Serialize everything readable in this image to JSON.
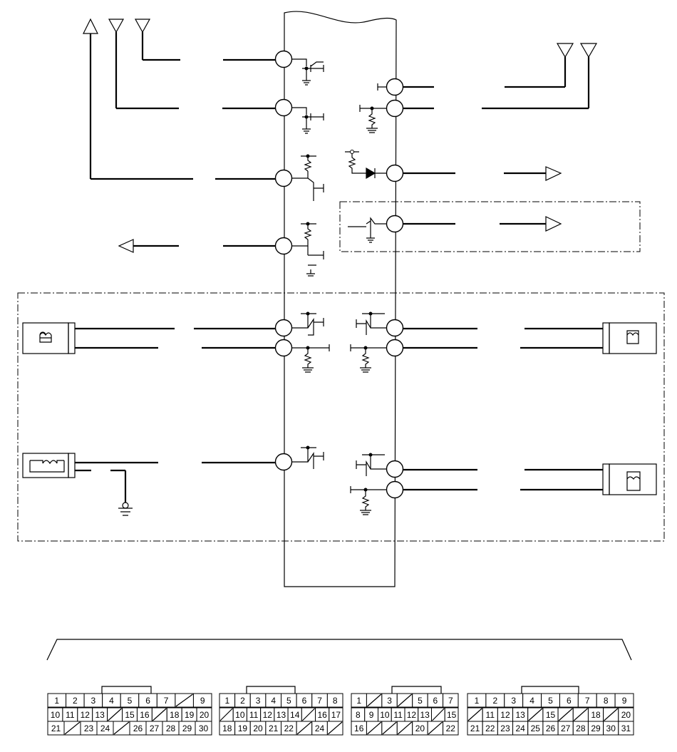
{
  "connectors": [
    {
      "pins": [
        "1",
        "2",
        "3",
        "4",
        "5",
        "6",
        "7",
        "",
        "9",
        "10",
        "11",
        "12",
        "13",
        "",
        "15",
        "16",
        "",
        "18",
        "19",
        "20",
        "21",
        "",
        "23",
        "24",
        "",
        "26",
        "27",
        "28",
        "29",
        "30",
        ""
      ]
    },
    {
      "pins": [
        "1",
        "2",
        "3",
        "4",
        "5",
        "6",
        "7",
        "8",
        "",
        "10",
        "11",
        "12",
        "13",
        "14",
        "",
        "16",
        "17",
        "18",
        "19",
        "20",
        "21",
        "22",
        "",
        "24"
      ]
    },
    {
      "pins": [
        "1",
        "",
        "3",
        "",
        "5",
        "6",
        "7",
        "8",
        "9",
        "10",
        "11",
        "12",
        "13",
        "",
        "15",
        "16",
        "",
        "",
        "",
        "20",
        "",
        "22"
      ]
    },
    {
      "pins": [
        "1",
        "2",
        "3",
        "4",
        "5",
        "6",
        "7",
        "8",
        "9",
        "",
        "11",
        "12",
        "13",
        "",
        "15",
        "",
        "",
        "18",
        "",
        "20",
        "21",
        "22",
        "23",
        "24",
        "25",
        "26",
        "27",
        "28",
        "29",
        "30",
        "31"
      ]
    }
  ]
}
